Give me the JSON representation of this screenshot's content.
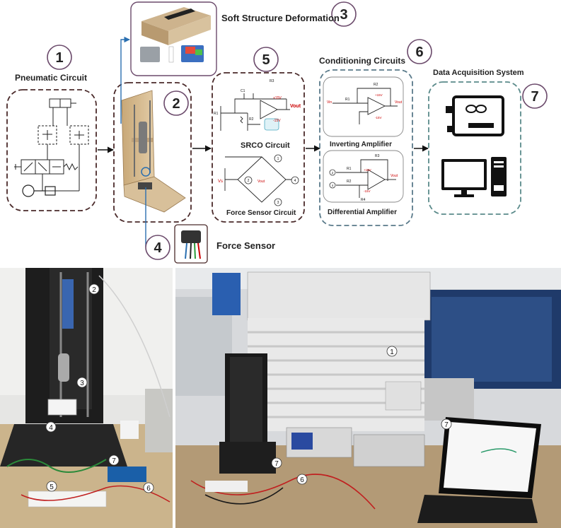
{
  "blocks": {
    "b1": {
      "number": "1",
      "title": "Pneumatic Circuit"
    },
    "b2": {
      "number": "2"
    },
    "b3": {
      "number": "3",
      "title": "Soft Structure Deformation"
    },
    "b4": {
      "number": "4",
      "title": "Force Sensor"
    },
    "b5": {
      "number": "5",
      "circuit1": "SRCO Circuit",
      "circuit2": "Force Sensor Circuit"
    },
    "b6": {
      "number": "6",
      "title": "Conditioning Circuits",
      "amp1": "Inverting Amplifier",
      "amp2": "Differential Amplifier"
    },
    "b7": {
      "number": "7",
      "title": "Data Acquisition System"
    }
  },
  "circuit_labels": {
    "vout": "Vout",
    "vin": "Vin",
    "vs": "Vs",
    "vcc_pos": "+15V",
    "vcc_neg": "-15V",
    "r1": "R1",
    "r2": "R2",
    "r3": "R3",
    "r4": "R4",
    "c1": "C1",
    "n1": "1",
    "n2": "2",
    "n3": "3",
    "n4": "4",
    "vout_bridge": "Vout",
    "plus_in": "+",
    "minus_in": "-"
  },
  "photo_left_tags": [
    "2",
    "3",
    "4",
    "5",
    "6",
    "7"
  ],
  "photo_right_tags": [
    "1",
    "7",
    "6",
    "7"
  ],
  "colors": {
    "dash_dark": "#4a2a2a",
    "dash_purple": "#6b4a6b",
    "dash_teal": "#5a8a8a",
    "arrow": "#111111",
    "blue_line": "#2a6fb0",
    "circuit_red": "#cc0000"
  }
}
